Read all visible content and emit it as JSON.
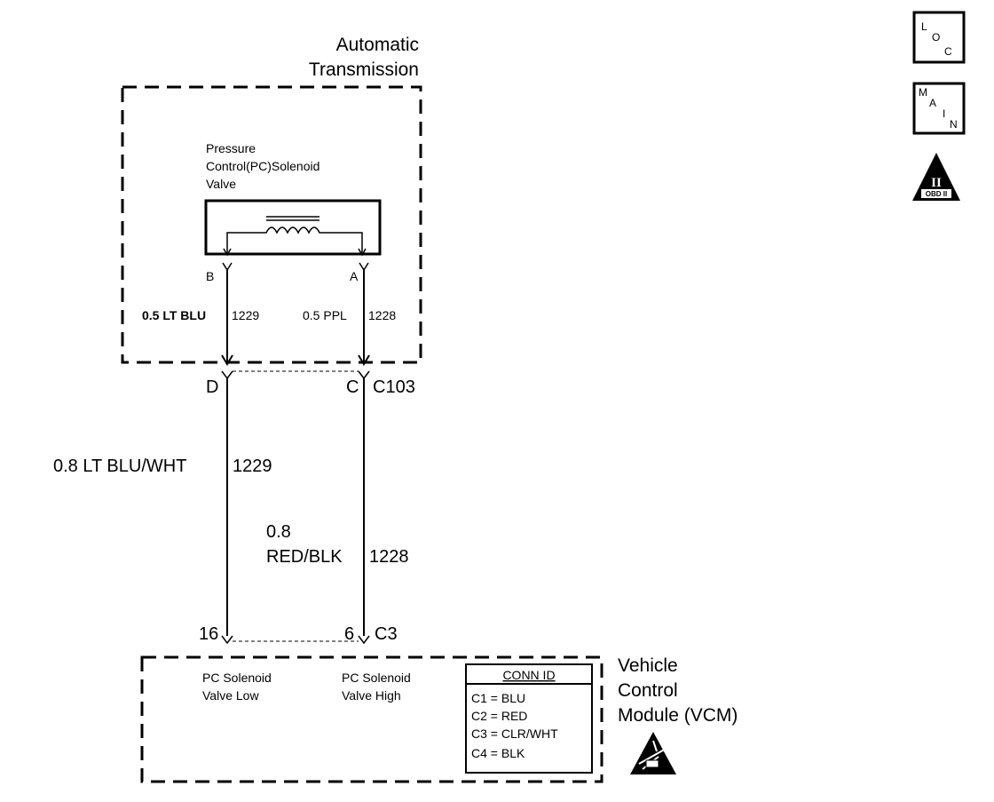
{
  "components": {
    "transmission": {
      "title_line1": "Automatic",
      "title_line2": "Transmission"
    },
    "solenoid": {
      "name_line1": "Pressure",
      "name_line2": "Control(PC)Solenoid",
      "name_line3": "Valve",
      "pin_b": "B",
      "pin_a": "A"
    },
    "vcm": {
      "title_line1": "Vehicle",
      "title_line2": "Control",
      "title_line3": "Module (VCM)",
      "pin_low_line1": "PC Solenoid",
      "pin_low_line2": "Valve Low",
      "pin_high_line1": "PC Solenoid",
      "pin_high_line2": "Valve High"
    }
  },
  "wires": {
    "left_upper_color": "0.5 LT BLU",
    "left_upper_circuit": "1229",
    "right_upper_color": "0.5 PPL",
    "right_upper_circuit": "1228",
    "left_lower_color": "0.8 LT BLU/WHT",
    "left_lower_circuit": "1229",
    "right_lower_gauge": "0.8",
    "right_lower_color": "RED/BLK",
    "right_lower_circuit": "1228"
  },
  "connectors": {
    "c103": {
      "pin_left": "D",
      "pin_right": "C",
      "id": "C103"
    },
    "c3": {
      "pin_left": "16",
      "pin_right": "6",
      "id": "C3"
    }
  },
  "conn_id_table": {
    "title": "CONN ID",
    "rows": [
      "C1  =  BLU",
      "C2  =  RED",
      "C3  =  CLR/WHT",
      "C4  =  BLK"
    ]
  },
  "icons": {
    "loc": {
      "l": "L",
      "o": "O",
      "c": "C"
    },
    "main": {
      "m": "M",
      "a": "A",
      "i": "I",
      "n": "N"
    },
    "obd": {
      "numeral": "II",
      "label": "OBD II"
    }
  }
}
